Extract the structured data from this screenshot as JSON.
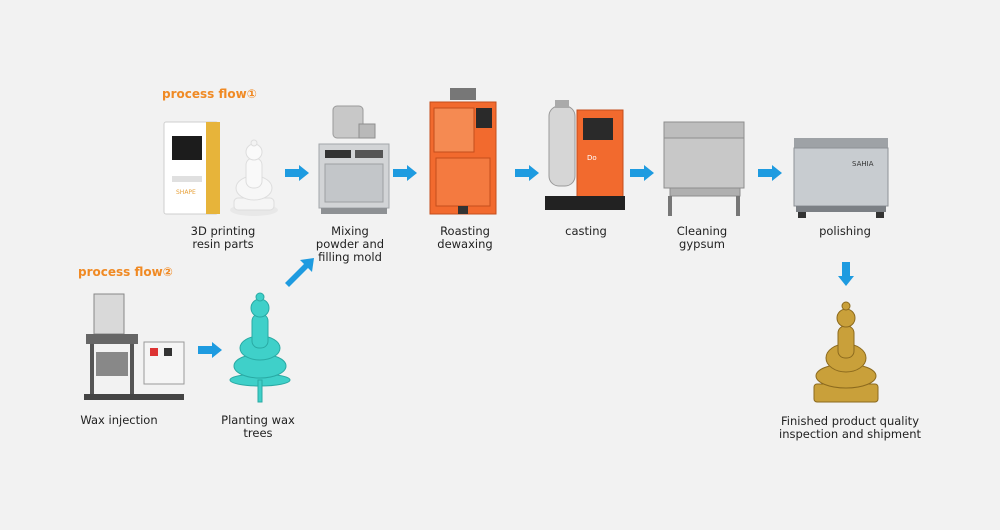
{
  "flow1": {
    "title": "process flow①"
  },
  "flow2": {
    "title": "process flow②"
  },
  "steps": {
    "printing": "3D printing\nresin parts",
    "mixing": "Mixing\npowder and\nfilling mold",
    "roasting": "Roasting\ndewaxing",
    "casting": "casting",
    "cleaning": "Cleaning\ngypsum",
    "polishing": "polishing",
    "finished": "Finished product quality\ninspection and shipment",
    "wax_injection": "Wax injection",
    "planting": "Planting wax\ntrees"
  },
  "machine_labels": {
    "printer_brand": "SHAPE",
    "casting_brand": "Do",
    "polisher_brand": "SAHIA"
  },
  "colors": {
    "arrow": "#1e9be0",
    "accent": "#f08a24",
    "oven": "#f26a2e",
    "gold": "#c9a03a",
    "wax": "#3fd0c9"
  }
}
